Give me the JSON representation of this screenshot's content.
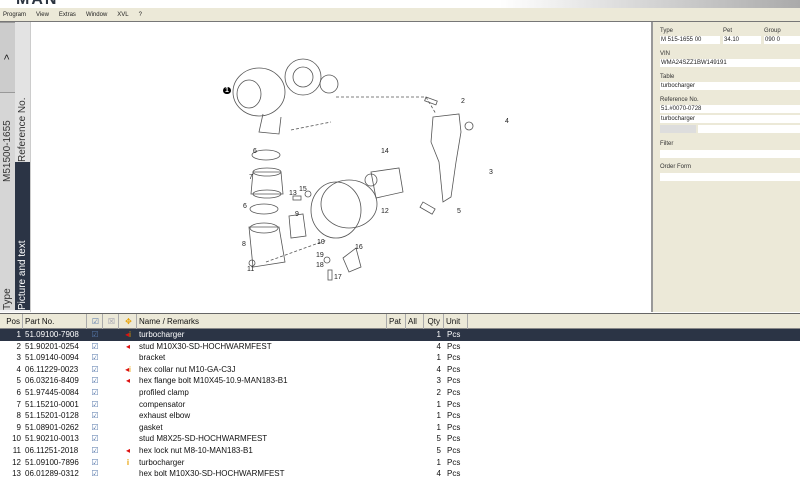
{
  "app": {
    "logo": "MAN"
  },
  "menu": [
    "Program",
    "View",
    "Extras",
    "Window",
    "XVL",
    "?"
  ],
  "left_tabs": {
    "collapse": ">",
    "type": "Type",
    "type_value": "M51500-1655",
    "reference": "Reference No.",
    "picture": "Picture and text"
  },
  "diagram": {
    "callouts": [
      "1",
      "2",
      "3",
      "4",
      "5",
      "6",
      "7",
      "6",
      "8",
      "9",
      "10",
      "11",
      "12",
      "13",
      "14",
      "15",
      "16",
      "17",
      "18",
      "19"
    ]
  },
  "info": {
    "type_label": "Type",
    "type_value": "M 515-1655 00",
    "pet_label": "Pet",
    "pet_value": "34.10",
    "group_label": "Group",
    "group_value": "090 0",
    "vin_label": "VIN",
    "vin_value": "WMA24SZZ1BW149191",
    "table_label": "Table",
    "table_value": "turbocharger",
    "ref_label": "Reference No.",
    "ref_value": "51.#0070-0728",
    "ref_desc": "turbocharger",
    "filter_label": "Filter",
    "order_label": "Order Form"
  },
  "table": {
    "headers": {
      "pos": "Pos",
      "part": "Part No.",
      "name": "Name / Remarks",
      "pat": "Pat",
      "all": "All",
      "qty": "Qty",
      "unit": "Unit"
    },
    "rows": [
      {
        "pos": "1",
        "part": "51.09100-7908",
        "icon": "info-red",
        "name": "turbocharger",
        "qty": "1",
        "unit": "Pcs"
      },
      {
        "pos": "2",
        "part": "51.90201-0254",
        "icon": "arrow-red",
        "name": "stud M10X30-SD-HOCHWARMFEST",
        "qty": "4",
        "unit": "Pcs"
      },
      {
        "pos": "3",
        "part": "51.09140-0094",
        "icon": "",
        "name": "bracket",
        "qty": "1",
        "unit": "Pcs"
      },
      {
        "pos": "4",
        "part": "06.11229-0023",
        "icon": "info-red",
        "name": "hex collar nut M10-GA-C3J",
        "qty": "4",
        "unit": "Pcs"
      },
      {
        "pos": "5",
        "part": "06.03216-8409",
        "icon": "arrow-red",
        "name": "hex flange bolt M10X45-10.9-MAN183-B1",
        "qty": "3",
        "unit": "Pcs"
      },
      {
        "pos": "6",
        "part": "51.97445-0084",
        "icon": "",
        "name": "profiled clamp",
        "qty": "2",
        "unit": "Pcs"
      },
      {
        "pos": "7",
        "part": "51.15210-0001",
        "icon": "",
        "name": "compensator",
        "qty": "1",
        "unit": "Pcs"
      },
      {
        "pos": "8",
        "part": "51.15201-0128",
        "icon": "",
        "name": "exhaust elbow",
        "qty": "1",
        "unit": "Pcs"
      },
      {
        "pos": "9",
        "part": "51.08901-0262",
        "icon": "",
        "name": "gasket",
        "qty": "1",
        "unit": "Pcs"
      },
      {
        "pos": "10",
        "part": "51.90210-0013",
        "icon": "",
        "name": "stud M8X25-SD-HOCHWARMFEST",
        "qty": "5",
        "unit": "Pcs"
      },
      {
        "pos": "11",
        "part": "06.11251-2018",
        "icon": "arrow-red",
        "name": "hex lock nut M8-10-MAN183-B1",
        "qty": "5",
        "unit": "Pcs"
      },
      {
        "pos": "12",
        "part": "51.09100-7896",
        "icon": "info",
        "name": "turbocharger",
        "qty": "1",
        "unit": "Pcs"
      },
      {
        "pos": "13",
        "part": "06.01289-0312",
        "icon": "",
        "name": "hex bolt M10X30-SD-HOCHWARMFEST",
        "qty": "4",
        "unit": "Pcs"
      }
    ]
  },
  "colors": {
    "selected_row": "#2b3445",
    "menu_bg": "#ece9d8",
    "warning": "#e8a000",
    "red": "#dd1111"
  }
}
